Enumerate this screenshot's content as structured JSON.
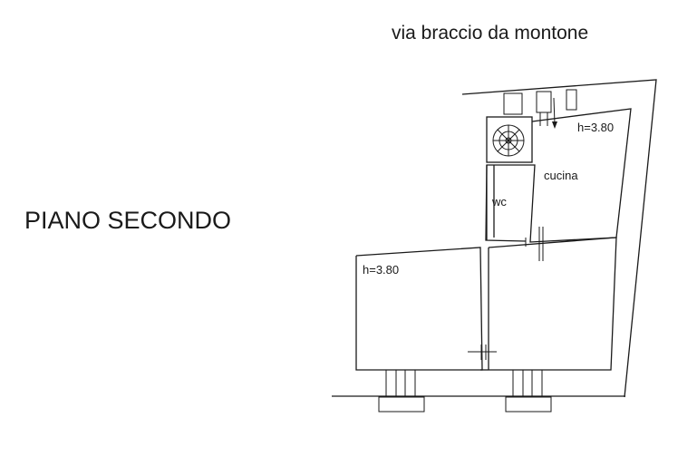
{
  "street_label": "via braccio da montone",
  "floor_title": "PIANO SECONDO",
  "rooms": {
    "top_height": "h=3.80",
    "kitchen": "cucina",
    "wc": "wc",
    "left_height": "h=3.80"
  }
}
